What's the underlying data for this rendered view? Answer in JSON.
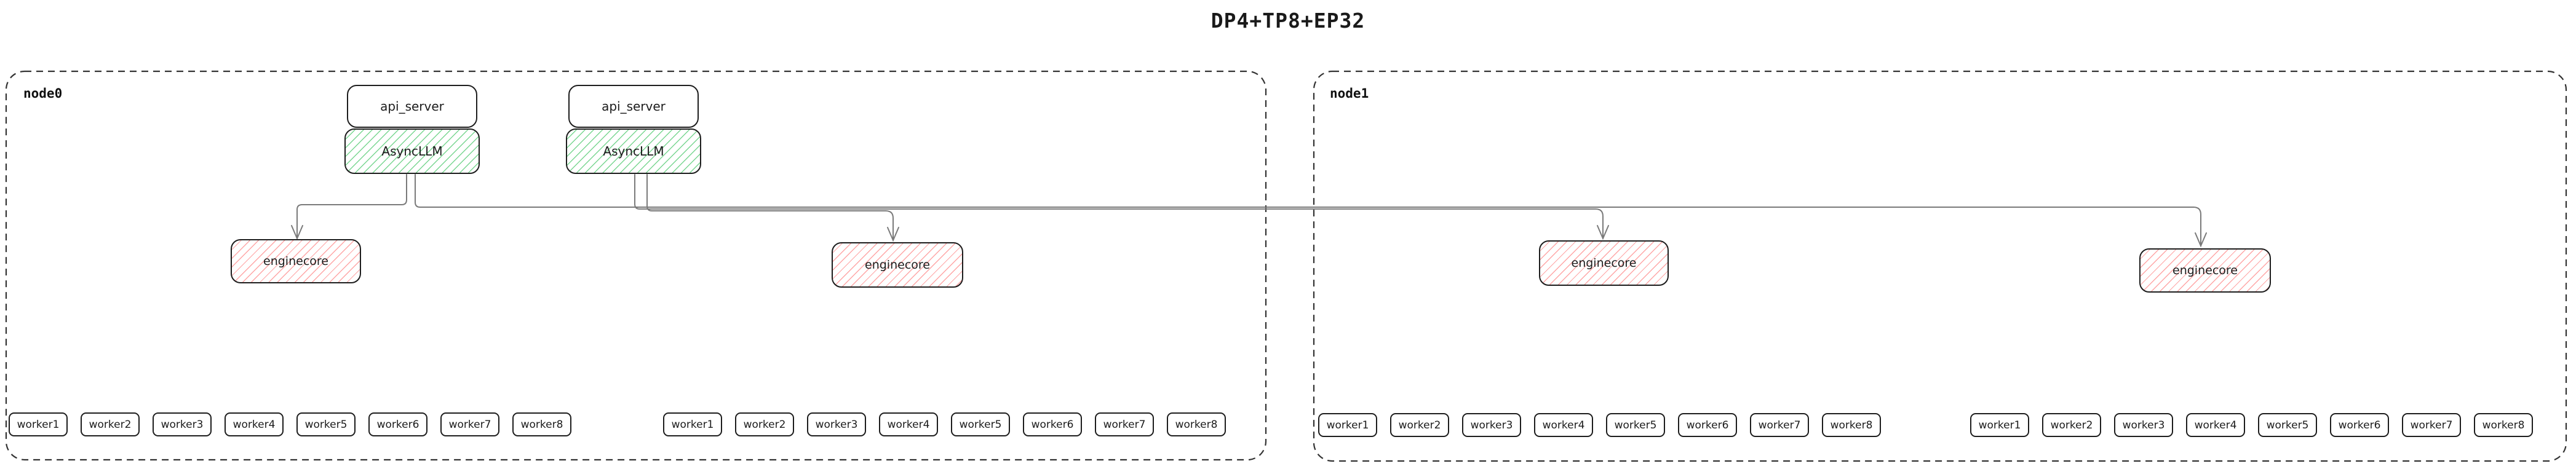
{
  "title": "DP4+TP8+EP32",
  "colors": {
    "box_border": "#1d1d1d",
    "hatch_green": "#62cf7e",
    "hatch_red": "#ff9696",
    "connector": "#7a7a7a",
    "node_border": "#333333"
  },
  "nodes": [
    {
      "label": "node0",
      "stacks": [
        {
          "api_server": "api_server",
          "async_llm": "AsyncLLM"
        },
        {
          "api_server": "api_server",
          "async_llm": "AsyncLLM"
        }
      ],
      "enginecores": [
        "enginecore",
        "enginecore"
      ],
      "worker_groups": [
        [
          "worker1",
          "worker2",
          "worker3",
          "worker4",
          "worker5",
          "worker6",
          "worker7",
          "worker8"
        ],
        [
          "worker1",
          "worker2",
          "worker3",
          "worker4",
          "worker5",
          "worker6",
          "worker7",
          "worker8"
        ]
      ]
    },
    {
      "label": "node1",
      "stacks": [],
      "enginecores": [
        "enginecore",
        "enginecore"
      ],
      "worker_groups": [
        [
          "worker1",
          "worker2",
          "worker3",
          "worker4",
          "worker5",
          "worker6",
          "worker7",
          "worker8"
        ],
        [
          "worker1",
          "worker2",
          "worker3",
          "worker4",
          "worker5",
          "worker6",
          "worker7",
          "worker8"
        ]
      ]
    }
  ]
}
